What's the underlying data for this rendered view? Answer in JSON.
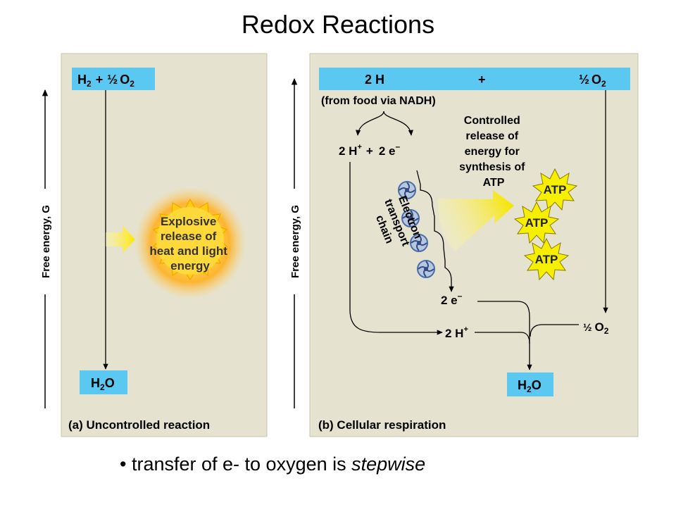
{
  "title": "Redox Reactions",
  "colors": {
    "panel_bg": "#e5e3cf",
    "box_blue": "#5bc8f2",
    "explosion_yellow": "#ffd700",
    "atp_yellow": "#f6f000",
    "etc_blue": "#4a6fa8"
  },
  "icons": {
    "explosion": "explosion-burst-icon",
    "carrier": "electron-carrier-pinwheel-icon",
    "atp": "atp-starburst-icon"
  },
  "panel_a": {
    "axis_label": "Free energy, G",
    "reactant": {
      "h2": "H",
      "h2_sub": "2",
      "plus": "+",
      "half": "½",
      "o2": "O",
      "o2_sub": "2"
    },
    "explosion": [
      "Explosive",
      "release of",
      "heat and light",
      "energy"
    ],
    "product": {
      "h": "H",
      "sub": "2",
      "o": "O"
    },
    "caption": "(a) Uncontrolled reaction"
  },
  "panel_b": {
    "axis_label": "Free energy, G",
    "top_bar": {
      "left": "2 H",
      "plus": "+",
      "half": "½",
      "o2": "O",
      "o2_sub": "2"
    },
    "source": "(from food via NADH)",
    "split": {
      "protons": "2 H",
      "proton_sup": "+",
      "plus": "+",
      "electrons": "2 e",
      "electron_sup": "–"
    },
    "etc_label": [
      "Electron",
      "transport",
      "chain"
    ],
    "controlled": [
      "Controlled",
      "release of",
      "energy for",
      "synthesis of",
      "ATP"
    ],
    "atp_labels": [
      "ATP",
      "ATP",
      "ATP"
    ],
    "electrons_out": {
      "text": "2 e",
      "sup": "–"
    },
    "protons_out": {
      "text": "2 H",
      "sup": "+"
    },
    "oxygen_in": {
      "half": "½",
      "o": "O",
      "sub": "2"
    },
    "product": {
      "h": "H",
      "sub": "2",
      "o": "O"
    },
    "caption": "(b) Cellular respiration"
  },
  "bullet": {
    "marker": "•",
    "text": "transfer of e- to oxygen is",
    "emphasis": "stepwise"
  }
}
